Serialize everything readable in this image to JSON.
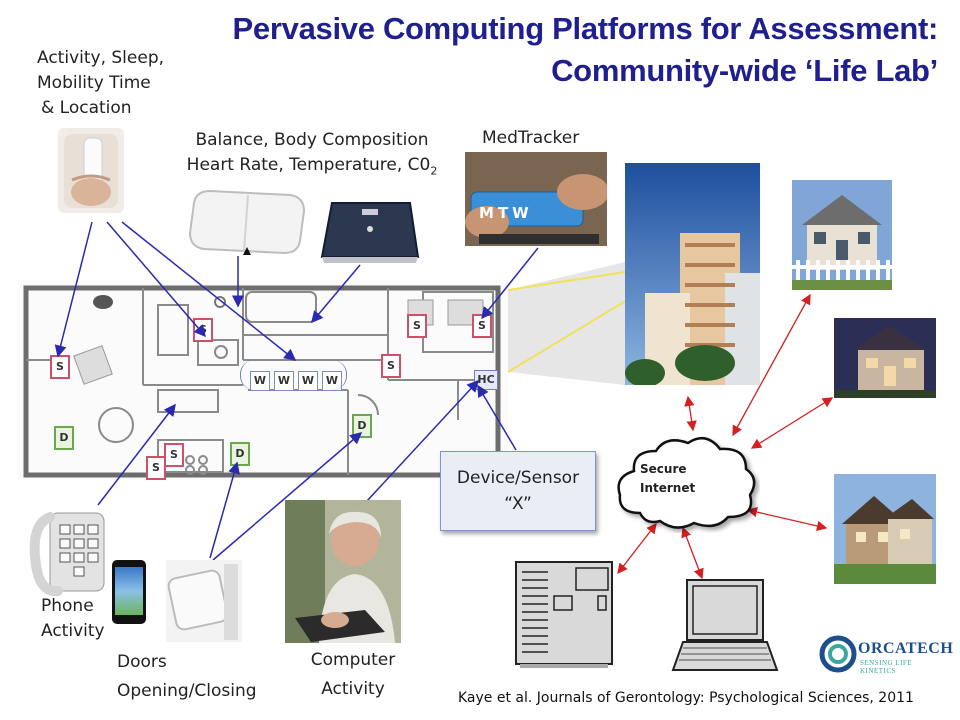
{
  "title": {
    "line1": "Pervasive Computing Platforms for Assessment:",
    "line2": "Community-wide ‘Life Lab’"
  },
  "labels": {
    "activity_line1": "Activity, Sleep,",
    "activity_line2": "Mobility Time",
    "activity_line3": "& Location",
    "balance_line1": "Balance, Body Composition",
    "balance_line2": "Heart Rate, Temperature, C0",
    "balance_subscript": "2",
    "medtracker": "MedTracker",
    "phone_line1": "Phone",
    "phone_line2": "Activity",
    "doors_line1": "Doors",
    "doors_line2": "Opening/Closing",
    "computer_line1": "Computer",
    "computer_line2": "Activity",
    "device_line1": "Device/Sensor",
    "device_line2": "“X”",
    "secure_line1": "Secure",
    "secure_line2": "Internet"
  },
  "pillbox_letters": [
    "M",
    "T",
    "W"
  ],
  "sensors": {
    "s": "S",
    "d": "D",
    "w": "W",
    "hc": "HC"
  },
  "logo": {
    "name": "ORCATECH",
    "tagline": "SENSING LIFE KINETICS"
  },
  "citation": "Kaye et al. Journals of Gerontology: Psychological Sciences, 2011",
  "colors": {
    "title": "#1f1f8f",
    "arrow_blue": "#2a2ab0",
    "arrow_red": "#d42020",
    "sensor_s_border": "#d0506a",
    "sensor_d_border": "#6aa84f"
  }
}
